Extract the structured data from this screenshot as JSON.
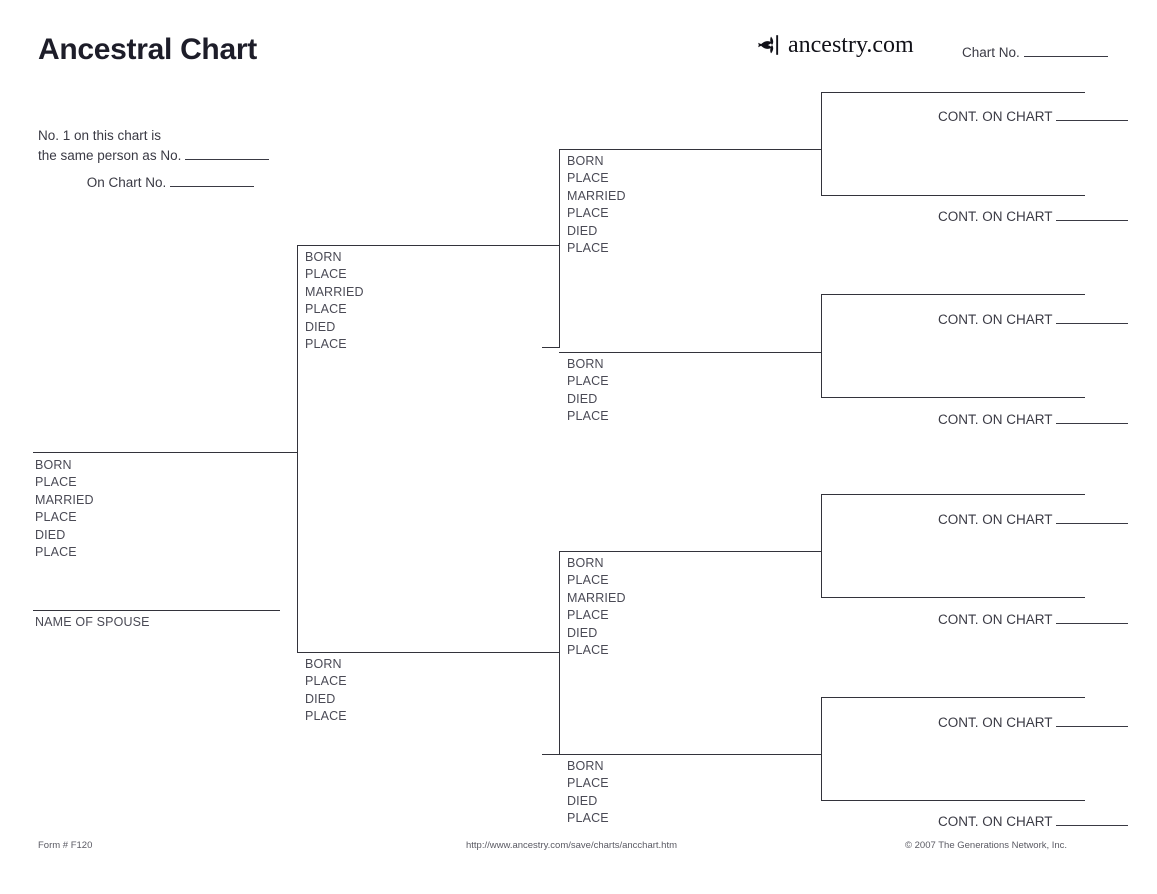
{
  "header": {
    "title": "Ancestral Chart",
    "brand": {
      "icon": "ancestry-leaf-icon",
      "word": "ancestry.com"
    },
    "chart_no_label": "Chart No."
  },
  "note": {
    "line1": "No. 1 on this chart is",
    "line2_prefix": "the same person as No.",
    "line3_prefix": "On Chart No."
  },
  "person_fields": {
    "with_marriage": [
      "BORN",
      "PLACE",
      "MARRIED",
      "PLACE",
      "DIED",
      "PLACE"
    ],
    "without_marriage": [
      "BORN",
      "PLACE",
      "DIED",
      "PLACE"
    ]
  },
  "labels": {
    "spouse": "NAME OF SPOUSE",
    "cont_on_chart": "CONT. ON CHART"
  },
  "people": {
    "p1": {
      "name": "",
      "fields": [
        "BORN",
        "PLACE",
        "MARRIED",
        "PLACE",
        "DIED",
        "PLACE"
      ],
      "spouse_label": "NAME OF SPOUSE"
    },
    "gen2_father": {
      "name": "",
      "fields": [
        "BORN",
        "PLACE",
        "MARRIED",
        "PLACE",
        "DIED",
        "PLACE"
      ]
    },
    "gen2_mother": {
      "name": "",
      "fields": [
        "BORN",
        "PLACE",
        "DIED",
        "PLACE"
      ]
    },
    "gen3_a": {
      "name": "",
      "fields": [
        "BORN",
        "PLACE",
        "MARRIED",
        "PLACE",
        "DIED",
        "PLACE"
      ]
    },
    "gen3_b": {
      "name": "",
      "fields": [
        "BORN",
        "PLACE",
        "DIED",
        "PLACE"
      ]
    },
    "gen3_c": {
      "name": "",
      "fields": [
        "BORN",
        "PLACE",
        "MARRIED",
        "PLACE",
        "DIED",
        "PLACE"
      ]
    },
    "gen3_d": {
      "name": "",
      "fields": [
        "BORN",
        "PLACE",
        "DIED",
        "PLACE"
      ]
    }
  },
  "gen4": [
    {
      "cont_top": "CONT. ON CHART",
      "cont_bottom": "CONT. ON CHART"
    },
    {
      "cont_top": "CONT. ON CHART",
      "cont_bottom": "CONT. ON CHART"
    },
    {
      "cont_top": "CONT. ON CHART",
      "cont_bottom": "CONT. ON CHART"
    },
    {
      "cont_top": "CONT. ON CHART",
      "cont_bottom": "CONT. ON CHART"
    }
  ],
  "footer": {
    "form": "Form # F120",
    "url": "http://www.ancestry.com/save/charts/ancchart.htm",
    "copyright": "© 2007 The Generations Network, Inc."
  },
  "colors": {
    "ink": "#33333b",
    "text": "#3a3a44",
    "field": "#4a4a55",
    "page": "#ffffff"
  }
}
